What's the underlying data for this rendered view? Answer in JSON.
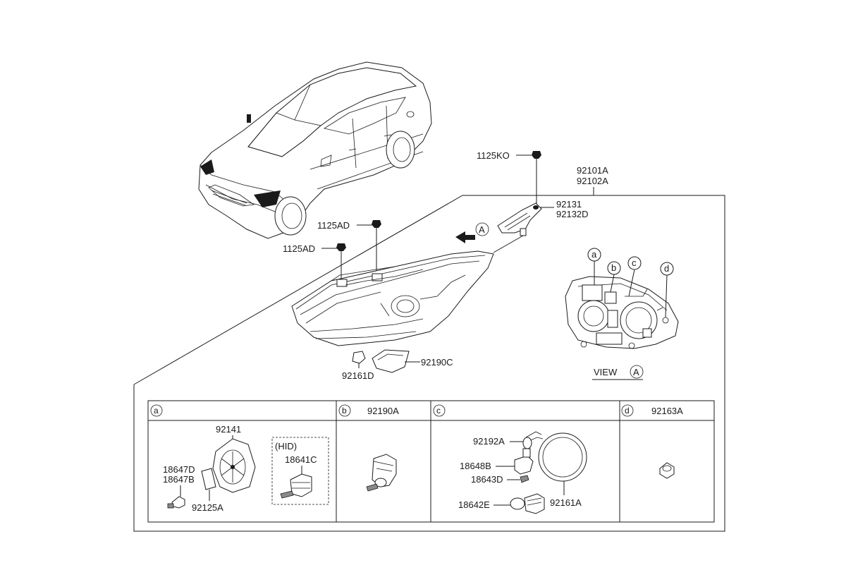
{
  "parts": {
    "p_1125ko": "1125KO",
    "p_92101a": "92101A",
    "p_92102a": "92102A",
    "p_92131": "92131",
    "p_92132d": "92132D",
    "p_1125ad_1": "1125AD",
    "p_1125ad_2": "1125AD",
    "p_92190c": "92190C",
    "p_92161d": "92161D",
    "p_view": "VIEW",
    "callout_a_letter": "A",
    "view_a_letter": "A",
    "view_circle_a": "a",
    "view_circle_b": "b",
    "view_circle_c": "c",
    "view_circle_d": "d"
  },
  "table": {
    "cells": [
      {
        "letter": "a",
        "title": ""
      },
      {
        "letter": "b",
        "title": "92190A"
      },
      {
        "letter": "c",
        "title": ""
      },
      {
        "letter": "d",
        "title": "92163A"
      }
    ],
    "a": {
      "p_92141": "92141",
      "p_hid": "(HID)",
      "p_18641c": "18641C",
      "p_18647d": "18647D",
      "p_18647b": "18647B",
      "p_92125a": "92125A"
    },
    "c": {
      "p_92192a": "92192A",
      "p_18648b": "18648B",
      "p_18643d": "18643D",
      "p_18642e": "18642E",
      "p_92161a": "92161A"
    }
  },
  "icons": [
    "car-illustration",
    "headlamp-assembly",
    "bracket",
    "bolt",
    "cover",
    "socket",
    "bulb",
    "seal-ring",
    "grommet",
    "arrow-left"
  ]
}
